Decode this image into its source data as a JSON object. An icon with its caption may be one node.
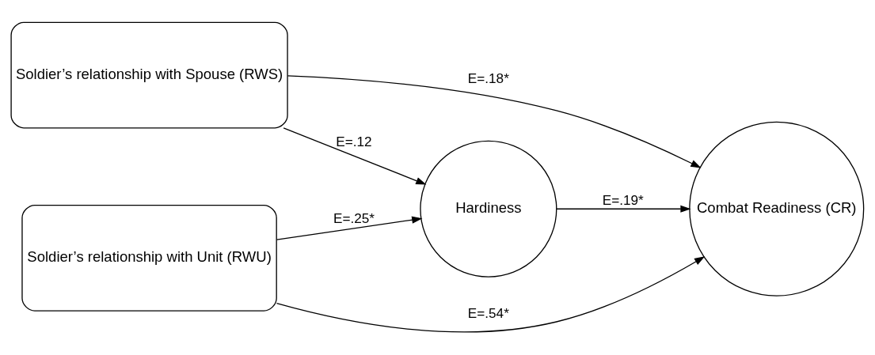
{
  "diagram": {
    "nodes": [
      {
        "text": [
          "Soldier’s relationship with Spouse (RWS)"
        ]
      },
      {
        "text": [
          "Soldier’s relationship with Unit (RWU)"
        ]
      },
      {
        "text": [
          "Hardiness"
        ]
      },
      {
        "text": [
          "Combat Readiness (CR)"
        ]
      }
    ],
    "edges": [
      {
        "from": 0,
        "to": 3,
        "arrow": "to",
        "label": "E=.18*"
      },
      {
        "from": 0,
        "to": 2,
        "arrow": "to",
        "label": "E=.12"
      },
      {
        "from": 1,
        "to": 2,
        "arrow": "to",
        "label": "E=.25*"
      },
      {
        "from": 2,
        "to": 3,
        "arrow": "to",
        "label": "E=.19*"
      },
      {
        "from": 1,
        "to": 3,
        "arrow": "to",
        "label": "E=.54*"
      }
    ]
  }
}
